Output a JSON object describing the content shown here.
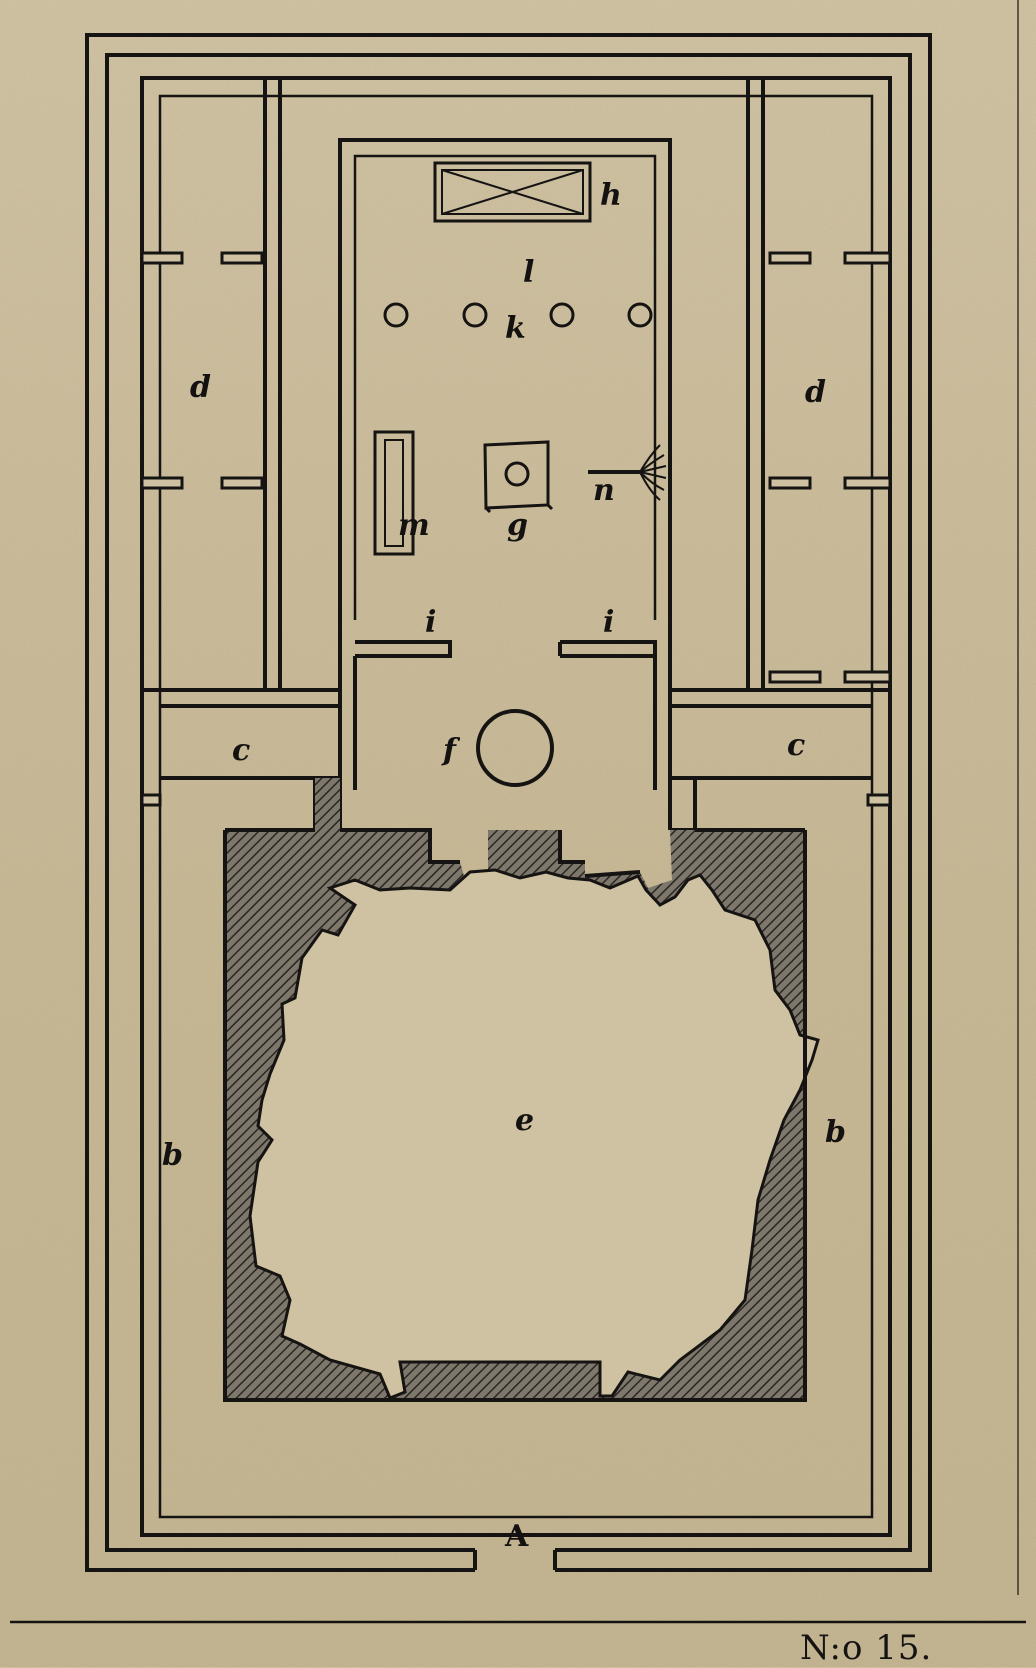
{
  "plate_number": "N:o 15.",
  "plan_labels": {
    "A": "A",
    "b": "b",
    "c": "c",
    "d": "d",
    "e": "e",
    "f": "f",
    "g": "g",
    "h": "h",
    "i": "i",
    "k": "k",
    "l": "l",
    "m": "m",
    "n": "n"
  }
}
